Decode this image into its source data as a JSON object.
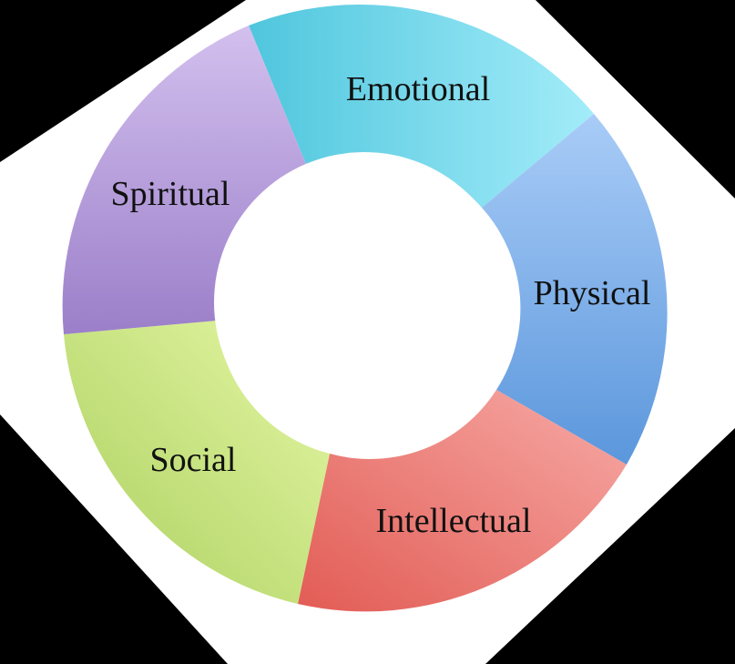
{
  "diagram": {
    "segments": [
      {
        "id": "emotional",
        "label": "Emotional",
        "color_light": "#a3ecf9",
        "color_dark": "#4fc6dd",
        "icon": ""
      },
      {
        "id": "physical",
        "label": "Physical",
        "color_light": "#a9ccf7",
        "color_dark": "#5b97dc"
      },
      {
        "id": "intellectual",
        "label": "Intellectual",
        "color_light": "#f7aaa6",
        "color_dark": "#e25c55"
      },
      {
        "id": "social",
        "label": "Social",
        "color_light": "#e6f7a5",
        "color_dark": "#a9cf5e"
      },
      {
        "id": "spiritual",
        "label": "Spiritual",
        "color_light": "#d3c0ee",
        "color_dark": "#9b7fc9"
      }
    ],
    "background": "#000000",
    "backdrop_color": "#ffffff",
    "hole_color": "#ffffff"
  }
}
